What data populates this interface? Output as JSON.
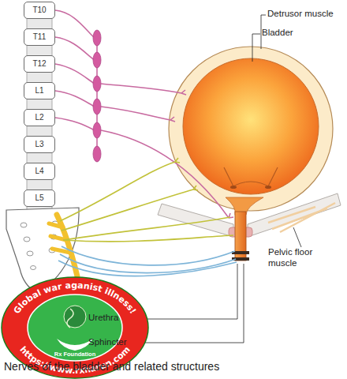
{
  "diagram": {
    "caption": "Nerves of the bladder and related structures",
    "nodes": [
      {
        "text": [
          "T10"
        ]
      },
      {
        "text": [
          "T11"
        ]
      },
      {
        "text": [
          "T12"
        ]
      },
      {
        "text": [
          "L1"
        ]
      },
      {
        "text": [
          "L2"
        ]
      },
      {
        "text": [
          "L3"
        ]
      },
      {
        "text": [
          "L4"
        ]
      },
      {
        "text": [
          "L5"
        ]
      },
      {
        "text": [
          "Global war aganist illness!",
          "Rx Foundation",
          "https://www.rxharun.com"
        ]
      }
    ],
    "labels": [
      "Detrusor muscle",
      "Bladder",
      "Pelvic floor muscle",
      "Urethra",
      "Sphincter"
    ]
  }
}
